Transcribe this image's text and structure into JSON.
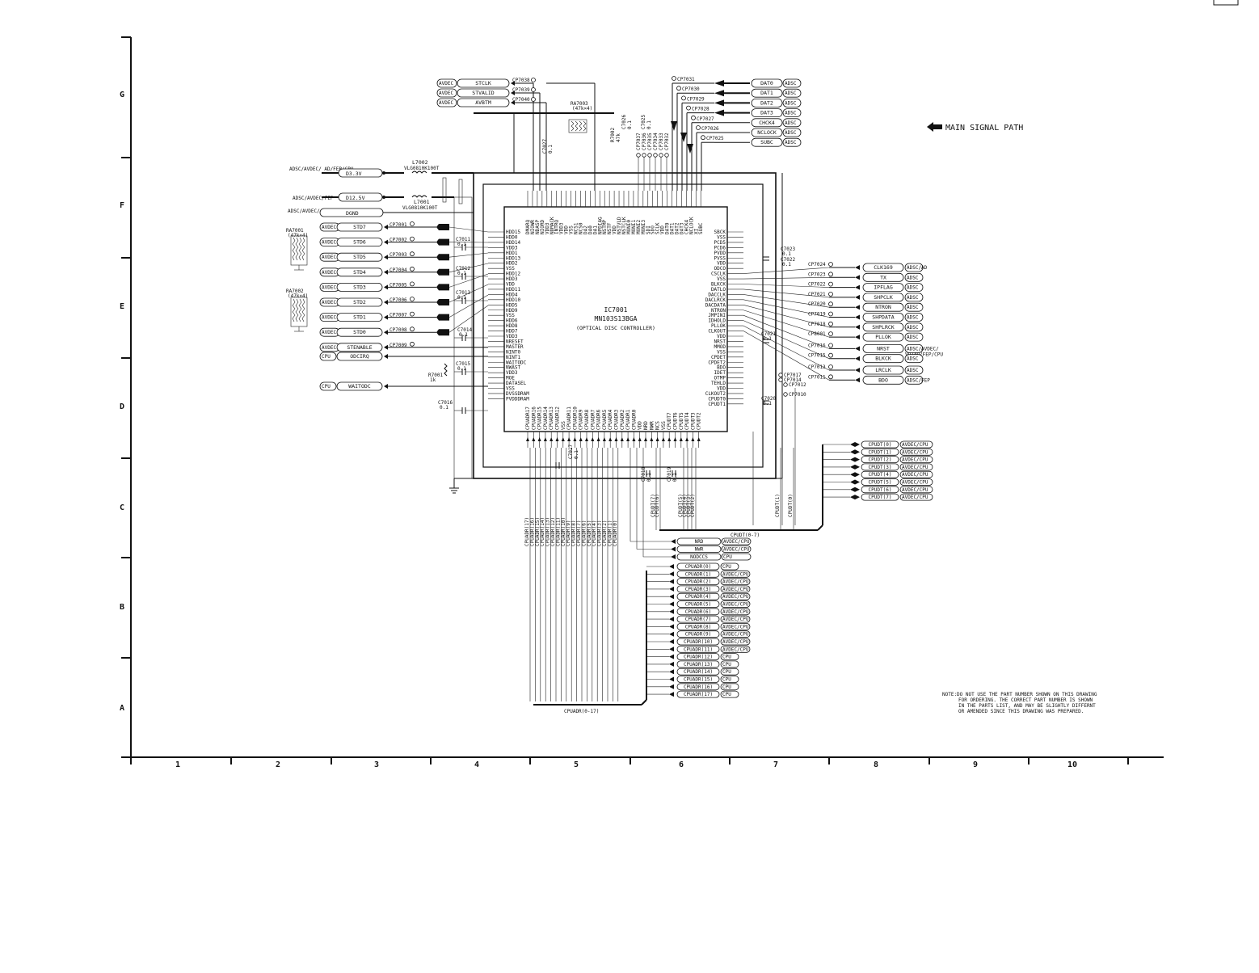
{
  "sheet": {
    "row_labels": [
      "G",
      "F",
      "E",
      "D",
      "C",
      "B",
      "A"
    ],
    "column_labels": [
      "1",
      "2",
      "3",
      "4",
      "5",
      "6",
      "7",
      "8",
      "9",
      "10"
    ]
  },
  "ic": {
    "ref": "IC7001",
    "part": "MN103S13BGA",
    "desc": "(OPTICAL DISC CONTROLLER)"
  },
  "legend": {
    "main_signal_path": "MAIN SIGNAL PATH"
  },
  "note": {
    "lines": [
      "NOTE:DO NOT USE THE PART NUMBER SHOWN ON THIS DRAWING",
      "FOR ORDERING. THE CORRECT PART NUMBER IS SHOWN",
      "IN THE PARTS LIST, AND MAY BE SLIGHTLY DIFFERNT",
      "OR AMENDED SINCE THIS DRAWING WAS PREPARED."
    ]
  },
  "left_top": [
    {
      "tag": "AVDEC",
      "signal": "STCLK",
      "tp": "CP7038"
    },
    {
      "tag": "AVDEC",
      "signal": "STVALID",
      "tp": "CP7039"
    },
    {
      "tag": "AVDEC",
      "signal": "AVBTM",
      "tp": "CP7040"
    }
  ],
  "left_side": [
    {
      "tag": "AVDEC",
      "signal": "STD7",
      "tp": "CP7001"
    },
    {
      "tag": "AVDEC",
      "signal": "STD6",
      "tp": "CP7002"
    },
    {
      "tag": "AVDEC",
      "signal": "STD5",
      "tp": "CP7003"
    },
    {
      "tag": "AVDEC",
      "signal": "STD4",
      "tp": "CP7004"
    },
    {
      "tag": "AVDEC",
      "signal": "STD3",
      "tp": "CP7005"
    },
    {
      "tag": "AVDEC",
      "signal": "STD2",
      "tp": "CP7006"
    },
    {
      "tag": "AVDEC",
      "signal": "STD1",
      "tp": "CP7007"
    },
    {
      "tag": "AVDEC",
      "signal": "STD0",
      "tp": "CP7008"
    },
    {
      "tag": "AVDEC",
      "signal": "STENABLE",
      "tp": "CP7009"
    },
    {
      "tag": "CPU",
      "signal": "ODCIRQ",
      "tp": ""
    },
    {
      "tag": "CPU",
      "signal": "WAITODC",
      "tp": ""
    }
  ],
  "power": [
    {
      "dest": "ADSC/AVDEC/ AD/FEP/CPU",
      "net": "D3.3V"
    },
    {
      "dest": "ADSC/AVDEC/FEP",
      "net": "D12.5V"
    },
    {
      "dest": "ADSC/AVDEC/ AD/CPU",
      "net": "DGND"
    }
  ],
  "power_parts": {
    "l7002": "L7002",
    "l7002_val": "VLG0810K100T",
    "l7001": "L7001",
    "l7001_val": "VLG0810K100T"
  },
  "top_right": [
    {
      "signal": "DAT0",
      "tag": "ADSC",
      "tp": "CP7031"
    },
    {
      "signal": "DAT1",
      "tag": "ADSC",
      "tp": "CP7030"
    },
    {
      "signal": "DAT2",
      "tag": "ADSC",
      "tp": "CP7029"
    },
    {
      "signal": "DAT3",
      "tag": "ADSC",
      "tp": "CP7028"
    },
    {
      "signal": "CHCK4",
      "tag": "ADSC",
      "tp": "CP7027"
    },
    {
      "signal": "NCLOCK",
      "tag": "ADSC",
      "tp": "CP7026"
    },
    {
      "signal": "SUBC",
      "tag": "ADSC",
      "tp": "CP7025"
    }
  ],
  "right_side": [
    {
      "signal": "CLK169",
      "tag": "ADSC/AD",
      "tp": "CP7024"
    },
    {
      "signal": "TX",
      "tag": "ADSC",
      "tp": "CP7023"
    },
    {
      "signal": "IPFLAG",
      "tag": "ADSC",
      "tp": "CP7022"
    },
    {
      "signal": "SHPCLK",
      "tag": "ADSC",
      "tp": "CP7021"
    },
    {
      "signal": "NTRON",
      "tag": "ADSC",
      "tp": "CP7020"
    },
    {
      "signal": "SHPDATA",
      "tag": "ADSC",
      "tp": "CP7019"
    },
    {
      "signal": "SHPLRCK",
      "tag": "ADSC",
      "tp": "CP7018"
    },
    {
      "signal": "PLLOK",
      "tag": "ADSC",
      "tp": "CP8001"
    },
    {
      "signal": "NRST",
      "tag": "ADSC/AVDEC/ VD/AD/FEP/CPU",
      "tp": "CP7016"
    },
    {
      "signal": "BLKCK",
      "tag": "ADSC",
      "tp": "CP7015"
    },
    {
      "signal": "LRCLK",
      "tag": "ADSC",
      "tp": "CP7013"
    },
    {
      "signal": "BDO",
      "tag": "ADSC/FEP",
      "tp": "CP7011"
    }
  ],
  "cpudt_bus": {
    "label": "CPUDT(0-7)",
    "items": [
      {
        "signal": "CPUDT(0)",
        "tag": "AVDEC/CPU"
      },
      {
        "signal": "CPUDT(1)",
        "tag": "AVDEC/CPU"
      },
      {
        "signal": "CPUDT(2)",
        "tag": "AVDEC/CPU"
      },
      {
        "signal": "CPUDT(3)",
        "tag": "AVDEC/CPU"
      },
      {
        "signal": "CPUDT(4)",
        "tag": "AVDEC/CPU"
      },
      {
        "signal": "CPUDT(5)",
        "tag": "AVDEC/CPU"
      },
      {
        "signal": "CPUDT(6)",
        "tag": "AVDEC/CPU"
      },
      {
        "signal": "CPUDT(7)",
        "tag": "AVDEC/CPU"
      }
    ]
  },
  "ctrl_bottom": [
    {
      "signal": "NRD",
      "tag": "AVDEC/CPU"
    },
    {
      "signal": "NWR",
      "tag": "AVDEC/CPU"
    },
    {
      "signal": "NODCCS",
      "tag": "CPU"
    }
  ],
  "cpuadr_bus": {
    "label": "CPUADR(0-17)",
    "items": [
      {
        "signal": "CPUADR(0)",
        "tag": "CPU"
      },
      {
        "signal": "CPUADR(1)",
        "tag": "AVDEC/CPU"
      },
      {
        "signal": "CPUADR(2)",
        "tag": "AVDEC/CPU"
      },
      {
        "signal": "CPUADR(3)",
        "tag": "AVDEC/CPU"
      },
      {
        "signal": "CPUADR(4)",
        "tag": "AVDEC/CPU"
      },
      {
        "signal": "CPUADR(5)",
        "tag": "AVDEC/CPU"
      },
      {
        "signal": "CPUADR(6)",
        "tag": "AVDEC/CPU"
      },
      {
        "signal": "CPUADR(7)",
        "tag": "AVDEC/CPU"
      },
      {
        "signal": "CPUADR(8)",
        "tag": "AVDEC/CPU"
      },
      {
        "signal": "CPUADR(9)",
        "tag": "AVDEC/CPU"
      },
      {
        "signal": "CPUADR(10)",
        "tag": "AVDEC/CPU"
      },
      {
        "signal": "CPUADR(11)",
        "tag": "AVDEC/CPU"
      },
      {
        "signal": "CPUADR(12)",
        "tag": "CPU"
      },
      {
        "signal": "CPUADR(13)",
        "tag": "CPU"
      },
      {
        "signal": "CPUADR(14)",
        "tag": "CPU"
      },
      {
        "signal": "CPUADR(15)",
        "tag": "CPU"
      },
      {
        "signal": "CPUADR(16)",
        "tag": "CPU"
      },
      {
        "signal": "CPUADR(17)",
        "tag": "CPU"
      }
    ]
  },
  "pins_left": [
    "HDD15",
    "HDD0",
    "HDD14",
    "VDD3",
    "HDD1",
    "HDD13",
    "HDD2",
    "VSS",
    "HDD12",
    "HDD3",
    "VDD",
    "HDD11",
    "HDD4",
    "HDD10",
    "HDD5",
    "HDD9",
    "VSS",
    "HDD6",
    "HDD8",
    "HDD7",
    "VDD3",
    "NRESET",
    "MASTER",
    "NINT0",
    "NINT1",
    "WAITODC",
    "NWAST",
    "VDD3",
    "MOE",
    "DATASEL",
    "VSS",
    "DVSSDRAM",
    "PVDDDRAM"
  ],
  "pins_right": [
    "SBCK",
    "VSS",
    "PCD5",
    "PCD6",
    "PVDD",
    "PVSS",
    "VDD",
    "ODCO",
    "CSCLK",
    "VSS",
    "BLKCK",
    "DATLO",
    "DACCLK",
    "DACLRCK",
    "DACDATA",
    "NTRON",
    "JMPINI",
    "IDHOLD",
    "PLLOK",
    "CLKOUT",
    "VDD",
    "NRST",
    "MMOD",
    "VSS",
    "CPDET",
    "CPDET2",
    "BDO",
    "IDET",
    "OTMP",
    "TEHLD",
    "VDD",
    "CLKOUT2",
    "CPUDT0",
    "CPUDT1"
  ],
  "pins_top": [
    "DMARQ",
    "NIOWR",
    "NDASP",
    "NIORD",
    "VDD3",
    "NDMACK",
    "INTRQ",
    "VDD3",
    "VDD",
    "VSS",
    "NCS1",
    "NCS0",
    "DA2",
    "DA0",
    "DA1",
    "NPDIAG",
    "NSTMP",
    "NSTF",
    "VDD",
    "NSTVLD",
    "NSTCLK",
    "MONI0",
    "MONI1",
    "MONI2",
    "MONI3",
    "SDI",
    "SDO",
    "SCLK",
    "VDD",
    "DAT0",
    "DAT1",
    "DAT2",
    "DAT3",
    "CHCK4",
    "NCLOCK",
    "XI",
    "SUBC"
  ],
  "pins_bottom": [
    "CPUADR17",
    "CPUADR16",
    "CPUADR15",
    "CPUADR14",
    "CPUADR13",
    "CPUADR12",
    "VSS",
    "CPUADR11",
    "CPUADR10",
    "CPUADR9",
    "CPUADR8",
    "CPUADR7",
    "CPUADR6",
    "CPUADR5",
    "CPUADR4",
    "CPUADR3",
    "CPUADR2",
    "CPUADR1",
    "CPUADR0",
    "VDD",
    "NRD",
    "NWR",
    "NCS",
    "VSS",
    "CPUDT7",
    "CPUDT6",
    "CPUDT5",
    "CPUDT4",
    "CPUDT3",
    "CPUDT2"
  ],
  "bottom_vert_labels": [
    "CPUADR(17)",
    "CPUADR(16)",
    "CPUADR(15)",
    "CPUADR(14)",
    "CPUADR(13)",
    "CPUADR(12)",
    "CPUADR(11)",
    "CPUADR(10)",
    "CPUADR(9)",
    "CPUADR(8)",
    "CPUADR(7)",
    "CPUADR(6)",
    "CPUADR(5)",
    "CPUADR(4)",
    "CPUADR(3)",
    "CPUADR(2)",
    "CPUADR(1)",
    "CPUADR(0)"
  ],
  "bottom_vert_dt": [
    "CPUDT(7)",
    "CPUDT(6)",
    "CPUDT(5)",
    "CPUDT(4)",
    "CPUDT(3)",
    "CPUDT(2)",
    "CPUDT(1)",
    "CPUDT(0)"
  ],
  "top_tp_vert": [
    "CP7037",
    "CP7036",
    "CP7035",
    "CP7034",
    "CP7033",
    "CP7032"
  ],
  "components": [
    {
      "ref": "RA7003",
      "val": "(47k×4)"
    },
    {
      "ref": "RA7001",
      "val": "(47k×4)"
    },
    {
      "ref": "RA7002",
      "val": "(47k×4)"
    },
    {
      "ref": "R7001",
      "val": "1k"
    },
    {
      "ref": "C7011",
      "val": "0.1"
    },
    {
      "ref": "C7012",
      "val": "0.1"
    },
    {
      "ref": "C7013",
      "val": "0.1"
    },
    {
      "ref": "C7014",
      "val": "0.1"
    },
    {
      "ref": "C7015",
      "val": "0.1"
    },
    {
      "ref": "C7016",
      "val": "0.1"
    },
    {
      "ref": "C7017",
      "val": "0.1"
    },
    {
      "ref": "C7018",
      "val": "0.1"
    },
    {
      "ref": "C7019",
      "val": "0.1"
    },
    {
      "ref": "C7020",
      "val": "0.1"
    },
    {
      "ref": "C7021",
      "val": "0.1"
    },
    {
      "ref": "C7022",
      "val": "0.1"
    },
    {
      "ref": "C7023",
      "val": "0.1"
    },
    {
      "ref": "C7025",
      "val": "0.1"
    },
    {
      "ref": "C7026",
      "val": "0.1"
    },
    {
      "ref": "C7027",
      "val": "0.1"
    },
    {
      "ref": "R7002",
      "val": "47k"
    }
  ],
  "extra_tps": [
    "CP7017",
    "CP7014",
    "CP7012",
    "CP7010"
  ]
}
